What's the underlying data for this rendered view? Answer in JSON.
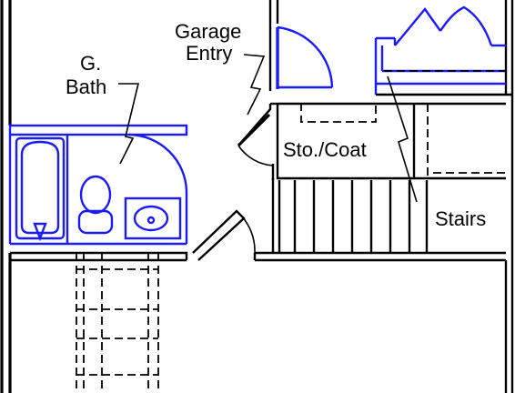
{
  "labels": {
    "bath_line1": "G.",
    "bath_line2": "Bath",
    "garage_line1": "Garage",
    "garage_line2": "Entry",
    "storage": "Sto./Coat",
    "stairs": "Stairs"
  },
  "colors": {
    "fixture_blue": "#1a1aff",
    "wall": "#000000",
    "background": "#ffffff"
  }
}
